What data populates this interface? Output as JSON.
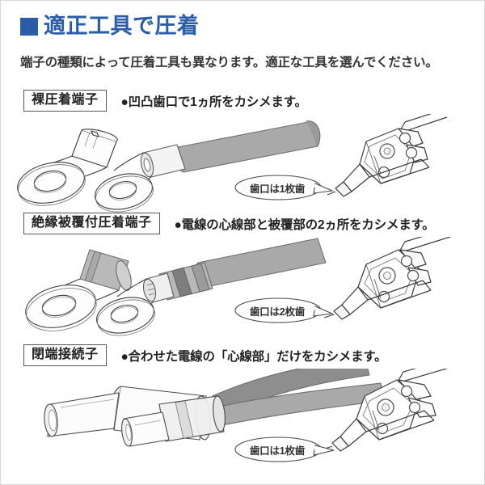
{
  "header": {
    "bullet_icon": "filled-square-icon",
    "title": "適正工具で圧着",
    "subtitle": "端子の種類によって圧着工具も異なります。適正な工具を選んでください。",
    "accent_color": "#2b5ca8"
  },
  "rows": [
    {
      "category": "裸圧着端子",
      "description": "●凹凸歯口で1ヵ所をカシメます。",
      "callout": "歯口は1枚歯",
      "terminal_type": "bare-ring-terminal",
      "tool": "crimping-tool"
    },
    {
      "category": "絶縁被覆付圧着端子",
      "description": "●電線の心線部と被覆部の2ヵ所をカシメます。",
      "callout": "歯口は2枚歯",
      "terminal_type": "insulated-ring-terminal",
      "tool": "crimping-tool"
    },
    {
      "category": "閉端接続子",
      "description": "●合わせた電線の「心線部」だけをカシメます。",
      "callout": "歯口は1枚歯",
      "terminal_type": "closed-end-connector",
      "tool": "crimping-tool"
    }
  ],
  "colors": {
    "accent": "#2b5ca8",
    "text": "#222222",
    "border": "#555555",
    "wire_gray": "#a9a9a9",
    "sleeve_gray": "#b5b5b5",
    "metal_light": "#fcfcfc",
    "page_border": "#d8d8d8"
  }
}
